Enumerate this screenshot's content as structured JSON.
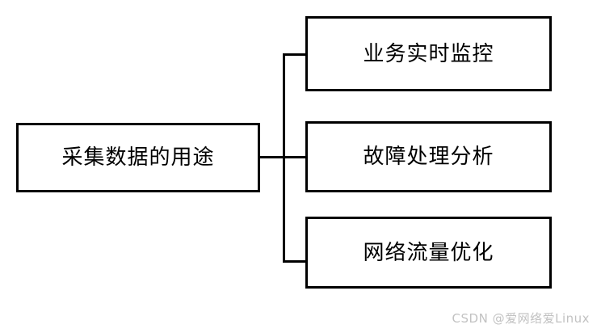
{
  "diagram": {
    "type": "tree",
    "orientation": "horizontal-left-to-right",
    "background_color": "#ffffff",
    "line_color": "#000000",
    "text_color": "#000000",
    "root": {
      "label": "采集数据的用途"
    },
    "children": [
      {
        "label": "业务实时监控"
      },
      {
        "label": "故障处理分析"
      },
      {
        "label": "网络流量优化"
      }
    ]
  },
  "watermark": {
    "text": "CSDN @爱网络爱Linux",
    "color": "#c2c2c2"
  }
}
